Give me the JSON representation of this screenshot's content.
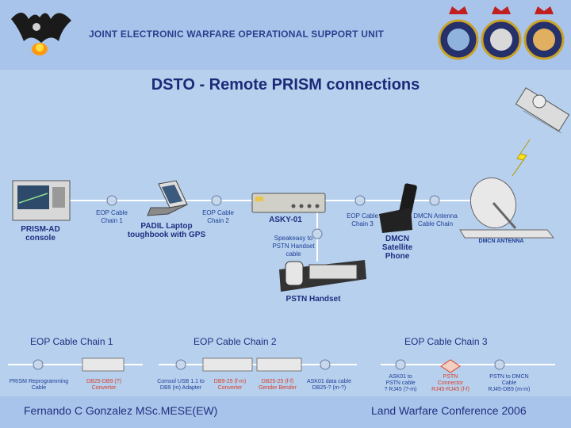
{
  "header": {
    "unit_name": "JOINT ELECTRONIC WARFARE OPERATIONAL SUPPORT UNIT",
    "logo_left": "bat-emblem-icon",
    "logo_right": [
      "crest-badge-icon",
      "crest-badge-icon",
      "crest-badge-icon"
    ]
  },
  "slide": {
    "title": "DSTO - Remote PRISM connections"
  },
  "diagram": {
    "nodes": {
      "prism": "PRISM-AD\nconsole",
      "padil": "PADIL Laptop\ntoughbook with GPS",
      "asky": "ASKY-01",
      "speakeasy": "Speakeasy to\nPSTN Handset\ncable",
      "pstn": "PSTN Handset",
      "dmcn_phone": "DMCN\nSatellite\nPhone",
      "dmcn_antenna": "DMCN ANTENNA"
    },
    "cables": {
      "eop1": "EOP Cable\nChain 1",
      "eop2": "EOP Cable\nChain 2",
      "eop3": "EOP Cable\nChain 3",
      "dmcn_cable": "DMCN Antenna\nCable Chain"
    }
  },
  "chains": {
    "chain1": {
      "title": "EOP Cable Chain 1",
      "items": [
        {
          "label": "PRISM Reprogramming\nCable",
          "style": "blue"
        },
        {
          "label": "DB25-DB9 (?)\nConverter",
          "style": "red"
        }
      ]
    },
    "chain2": {
      "title": "EOP Cable Chain 2",
      "items": [
        {
          "label": "Comsol USB 1.1 to\nDB9 (m) Adapter",
          "style": "blue"
        },
        {
          "label": "DB9-25 (f-m)\nConverter",
          "style": "red"
        },
        {
          "label": "DB25-25 (f-f)\nGender Bender",
          "style": "red"
        },
        {
          "label": "ASK01 data cable\nDB25-? (m-?)",
          "style": "blue"
        }
      ]
    },
    "chain3": {
      "title": "EOP Cable Chain 3",
      "items": [
        {
          "label": "ASK01 to\nPSTN cable\n? RJ45 (?-m)",
          "style": "blue"
        },
        {
          "label": "PSTN\nConnector\nRJ45-RJ45 (f-f)",
          "style": "red"
        },
        {
          "label": "PSTN to DMCN\nCable\nRJ45-DB9 (m-m)",
          "style": "blue"
        }
      ]
    }
  },
  "footer": {
    "author": "Fernando C Gonzalez MSc.MESE(EW)",
    "event": "Land Warfare Conference 2006"
  },
  "colors": {
    "background": "#b7d0ee",
    "text_blue": "#1e2f80",
    "accent_red": "#d8402a"
  }
}
